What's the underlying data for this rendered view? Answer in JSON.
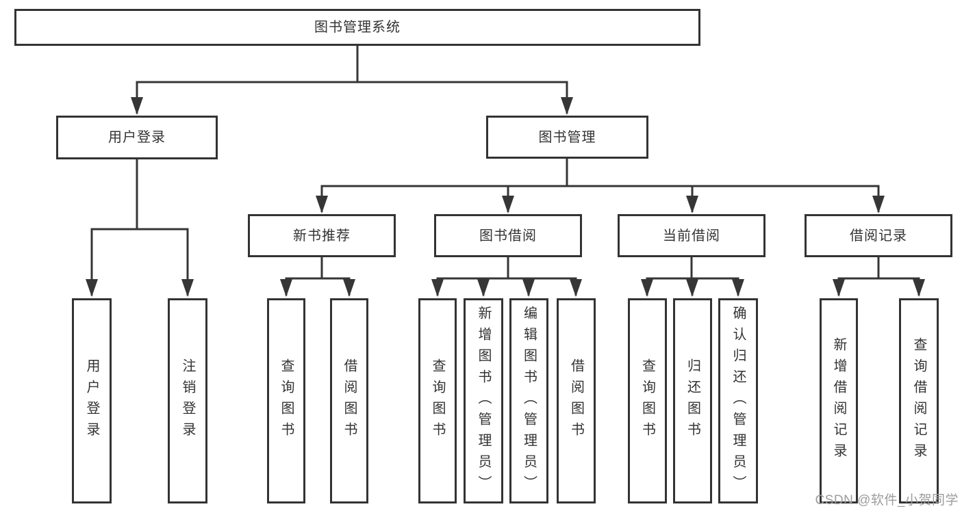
{
  "diagram": {
    "root": {
      "label": "图书管理系统"
    },
    "level2": [
      {
        "label": "用户登录"
      },
      {
        "label": "图书管理"
      }
    ],
    "login_children": [
      {
        "label": "用户登录"
      },
      {
        "label": "注销登录"
      }
    ],
    "sections": [
      {
        "label": "新书推荐",
        "children": [
          {
            "label": "查询图书"
          },
          {
            "label": "借阅图书"
          }
        ]
      },
      {
        "label": "图书借阅",
        "children": [
          {
            "label": "查询图书"
          },
          {
            "label": "新增图书（管理员）"
          },
          {
            "label": "编辑图书（管理员）"
          },
          {
            "label": "借阅图书"
          }
        ]
      },
      {
        "label": "当前借阅",
        "children": [
          {
            "label": "查询图书"
          },
          {
            "label": "归还图书"
          },
          {
            "label": "确认归还（管理员）"
          }
        ]
      },
      {
        "label": "借阅记录",
        "children": [
          {
            "label": "新增借阅记录"
          },
          {
            "label": "查询借阅记录"
          }
        ]
      }
    ]
  },
  "watermark": {
    "text": "CSDN @软件_小贺同学"
  },
  "colors": {
    "line": "#363636",
    "box_border": "#333333",
    "text": "#333333",
    "watermark": "#9c9c9c",
    "background": "#ffffff"
  }
}
